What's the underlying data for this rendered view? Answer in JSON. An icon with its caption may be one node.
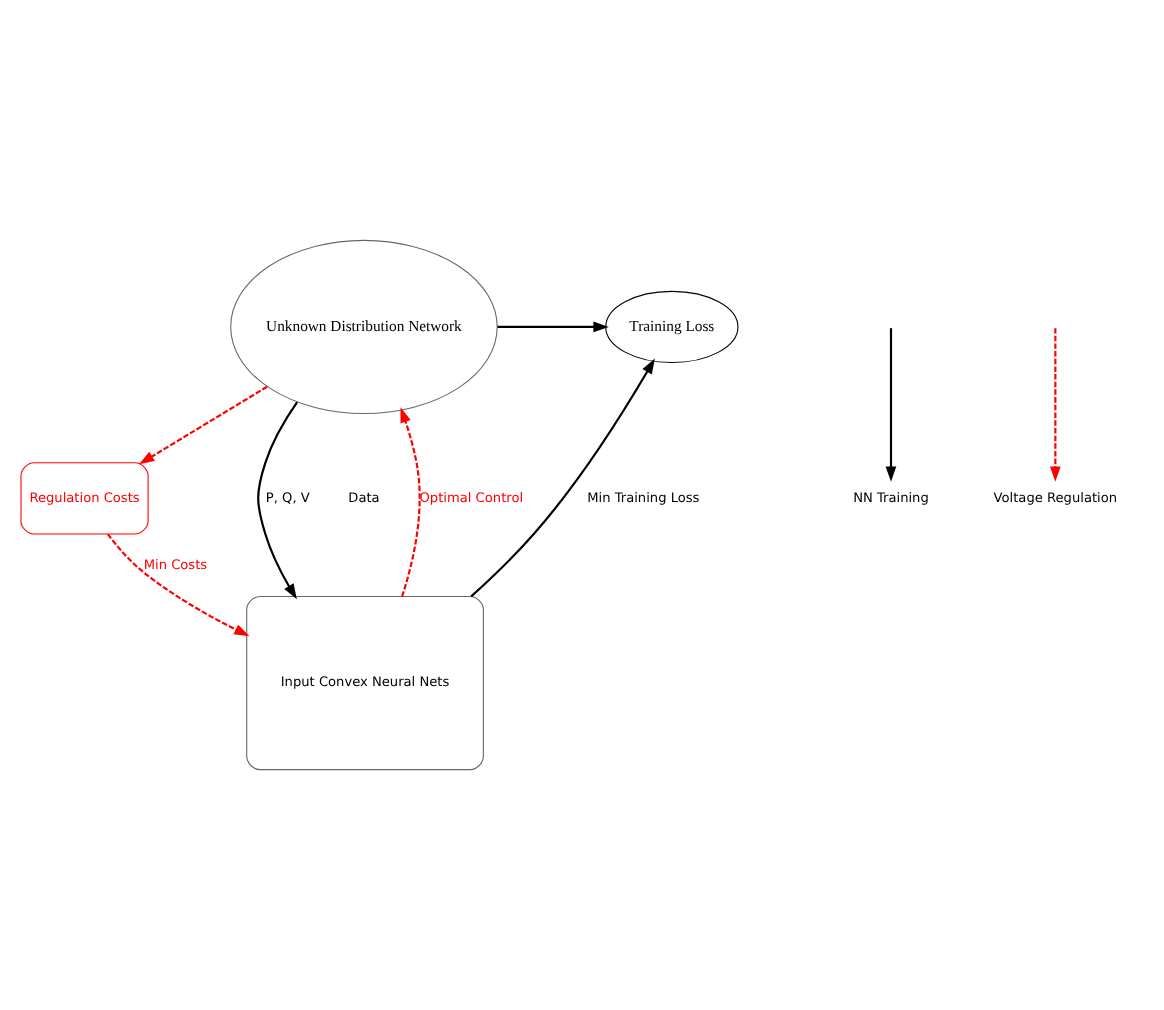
{
  "diagram": {
    "nodes": [
      {
        "text": [
          "Training Loss"
        ]
      },
      {
        "text": [
          "Unknown Distribution Network"
        ]
      },
      {
        "text": [
          "Regulation Costs"
        ]
      },
      {
        "text": [
          "Input Convex Neural Nets"
        ]
      }
    ],
    "edges": [
      {
        "from": 1,
        "to": 0,
        "arrow": "to"
      },
      {
        "from": 1,
        "to": 3,
        "arrow": "to",
        "label": "P, Q, V"
      },
      {
        "from": 3,
        "to": 0,
        "arrow": "to",
        "label": "Min Training Loss"
      },
      {
        "from": 1,
        "to": 2,
        "arrow": "to",
        "style": "dashed",
        "color": "#ff0000"
      },
      {
        "from": 2,
        "to": 3,
        "arrow": "to",
        "label": "Min Costs",
        "style": "dashed",
        "color": "#ff0000"
      },
      {
        "from": 3,
        "to": 1,
        "arrow": "to",
        "label": "Optimal Control",
        "style": "dashed",
        "color": "#ff0000"
      }
    ],
    "labels": [
      "Data"
    ],
    "legend": [
      {
        "text": "NN Training"
      },
      {
        "text": "Voltage Regulation"
      }
    ]
  }
}
